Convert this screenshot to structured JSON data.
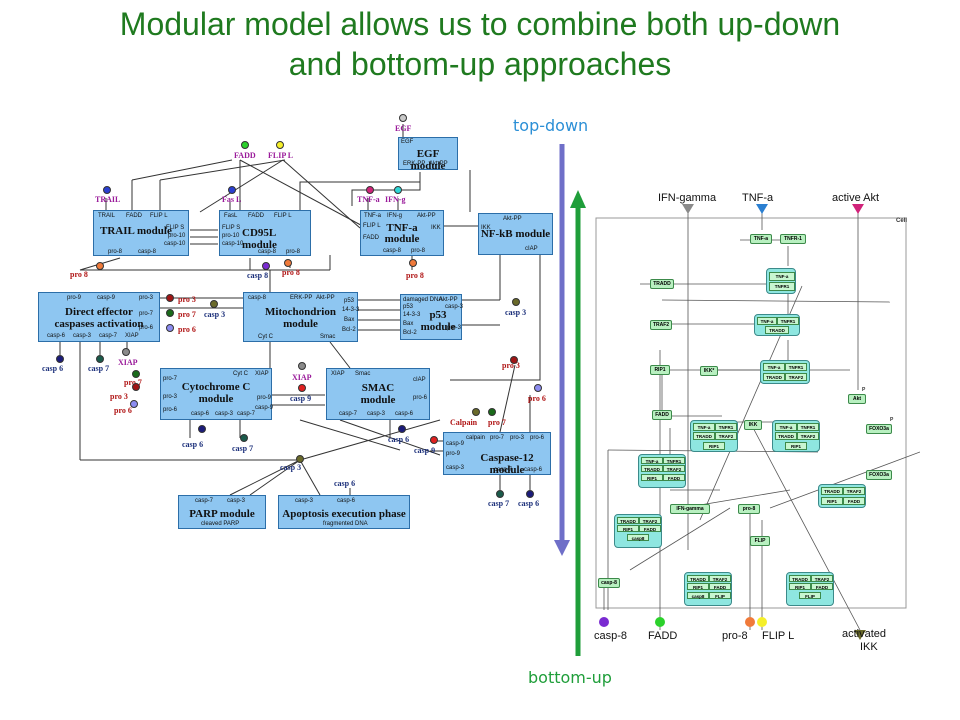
{
  "title_line1": "Modular model allows us to combine both up-down",
  "title_line2": "and bottom-up approaches",
  "axis": {
    "top_down": "top-down",
    "bottom_up": "bottom-up"
  },
  "left_modules": {
    "egf": {
      "title": "EGF module",
      "ports": [
        "EGF",
        "ERK-PP",
        "Akt-PP"
      ]
    },
    "trail": {
      "title": "TRAIL module",
      "ports": [
        "TRAIL",
        "FADD",
        "FLIP L",
        "FLIP S",
        "pro-10",
        "casp-10",
        "pro-8",
        "casp-8"
      ]
    },
    "cd95l": {
      "title": "CD95L module",
      "ports": [
        "FasL",
        "FADD",
        "FLIP L",
        "FLIP S",
        "pro-10",
        "casp-10",
        "casp-8",
        "pro-8"
      ]
    },
    "tnfa": {
      "title_a": "TNF-a",
      "title_b": "module",
      "ports": [
        "TNF-a",
        "IFN-g",
        "Akt-PP",
        "FLIP L",
        "IKK",
        "FADD",
        "casp-8",
        "pro-8"
      ]
    },
    "nfkb": {
      "title": "NF-kB module",
      "ports": [
        "Akt-PP",
        "IKK",
        "cIAP"
      ]
    },
    "direct": {
      "title_a": "Direct effector",
      "title_b": "caspases activation",
      "ports": [
        "pro-9",
        "casp-9",
        "pro-3",
        "pro-7",
        "pro-6",
        "casp-6",
        "casp-3",
        "casp-7",
        "XIAP"
      ]
    },
    "mito": {
      "title_a": "Mitochondrion",
      "title_b": "module",
      "ports": [
        "casp-8",
        "ERK-PP",
        "Akt-PP",
        "p53",
        "14-3-3",
        "Bax",
        "Bcl-2",
        "Cyt C",
        "Smac"
      ]
    },
    "p53": {
      "title_a": "p53",
      "title_b": "module",
      "ports": [
        "damaged DNA",
        "Akt-PP",
        "p53",
        "14-3-3",
        "Bax",
        "Bcl-2",
        "casp-3",
        "pro-3"
      ]
    },
    "cytc": {
      "title_a": "Cytochrome C",
      "title_b": "module",
      "ports": [
        "Cyt C",
        "XIAP",
        "pro-7",
        "pro-3",
        "pro-6",
        "casp-6",
        "casp-3",
        "casp-7",
        "pro-9",
        "casp-9"
      ]
    },
    "smac": {
      "title_a": "SMAC",
      "title_b": "module",
      "ports": [
        "XIAP",
        "Smac",
        "cIAP",
        "pro-6",
        "casp-7",
        "casp-3",
        "casp-6"
      ]
    },
    "casp12": {
      "title": "Caspase-12 module",
      "ports": [
        "calpain",
        "pro-7",
        "pro-3",
        "pro-6",
        "casp-9",
        "pro-9",
        "casp-3",
        "casp-7",
        "casp-6"
      ]
    },
    "parp": {
      "title": "PARP module",
      "ports": [
        "casp-7",
        "casp-3",
        "cleaved PARP"
      ]
    },
    "apop": {
      "title": "Apoptosis execution phase",
      "ports": [
        "casp-3",
        "casp-6",
        "fragmented DNA"
      ]
    }
  },
  "left_nodes": {
    "egf": "EGF",
    "fadd": "FADD",
    "flipl": "FLIP L",
    "trail": "TRAIL",
    "fasl": "Fas L",
    "tnfa": "TNF-a",
    "ifng": "IFN-g",
    "pro8_a": "pro 8",
    "casp8_a": "casp 8",
    "pro8_b": "pro 8",
    "pro8_c": "pro 8",
    "pro3_a": "pro 3",
    "pro7_a": "pro 7",
    "pro6_a": "pro 6",
    "casp3_a": "casp 3",
    "casp3_b": "casp 3",
    "casp6_a": "casp 6",
    "casp7_a": "casp 7",
    "xiap_a": "XIAP",
    "xiap_b": "XIAP",
    "pro7_b": "pro 7",
    "pro3_b": "pro 3",
    "pro6_b": "pro 6",
    "casp9_a": "casp 9",
    "pro3_c": "pro 3",
    "pro6_c": "pro 6",
    "casp6_b": "casp 6",
    "casp7_b": "casp 7",
    "casp6_c": "casp 6",
    "calpain": "Calpain",
    "pro7_c": "pro 7",
    "casp9_b": "casp 9",
    "casp3_c": "casp 3",
    "casp6_d": "casp 6",
    "casp7_c": "casp 7",
    "casp6_e": "casp 6"
  },
  "right": {
    "cell_label": "Cell",
    "inputs": [
      "IFN-gamma",
      "TNF-a",
      "active Akt"
    ],
    "outputs": [
      "casp-8",
      "FADD",
      "pro-8",
      "FLIP L",
      "activated",
      "IKK"
    ],
    "nodes": [
      "TNF-a",
      "TNFR-1",
      "TRADD",
      "TRAF2",
      "RIP1",
      "IKK*",
      "FADD",
      "IKK",
      "IFN-gamma",
      "pro-8",
      "FLIP",
      "casp-8",
      "Akt",
      "FOXO3a",
      "FOXO3a",
      "P",
      "P"
    ],
    "complexes": [
      [
        "TNF-a",
        "TNFR1"
      ],
      [
        "TNF-a",
        "TNFR1",
        "TRADD"
      ],
      [
        "TNF-a",
        "TNFR1",
        "TRADD",
        "TRAF2"
      ],
      [
        "TNF-a",
        "TNFR1",
        "TRADD",
        "TRAF2",
        "RIP1"
      ],
      [
        "TNF-a",
        "TNFR1",
        "TRADD",
        "TRAF2",
        "RIP1"
      ],
      [
        "TNF-a",
        "TNFR1",
        "TRADD",
        "TRAF2",
        "RIP1",
        "FADD"
      ],
      [
        "TRADD",
        "TRAF2",
        "RIP1",
        "FADD"
      ],
      [
        "TRADD",
        "TRAF2",
        "RIP1",
        "FADD",
        "casp8"
      ],
      [
        "TRADD",
        "TRAF2",
        "RIP1",
        "FADD",
        "casp8",
        "FLIP"
      ],
      [
        "TRADD",
        "TRAF2",
        "RIP1",
        "FADD",
        "FLIP"
      ]
    ]
  },
  "colors": {
    "title": "#1f7a1f",
    "module_fill": "#8ec6f1",
    "top_down_arrow": "#6f6fc8",
    "bottom_up_arrow": "#1f9e3a"
  }
}
